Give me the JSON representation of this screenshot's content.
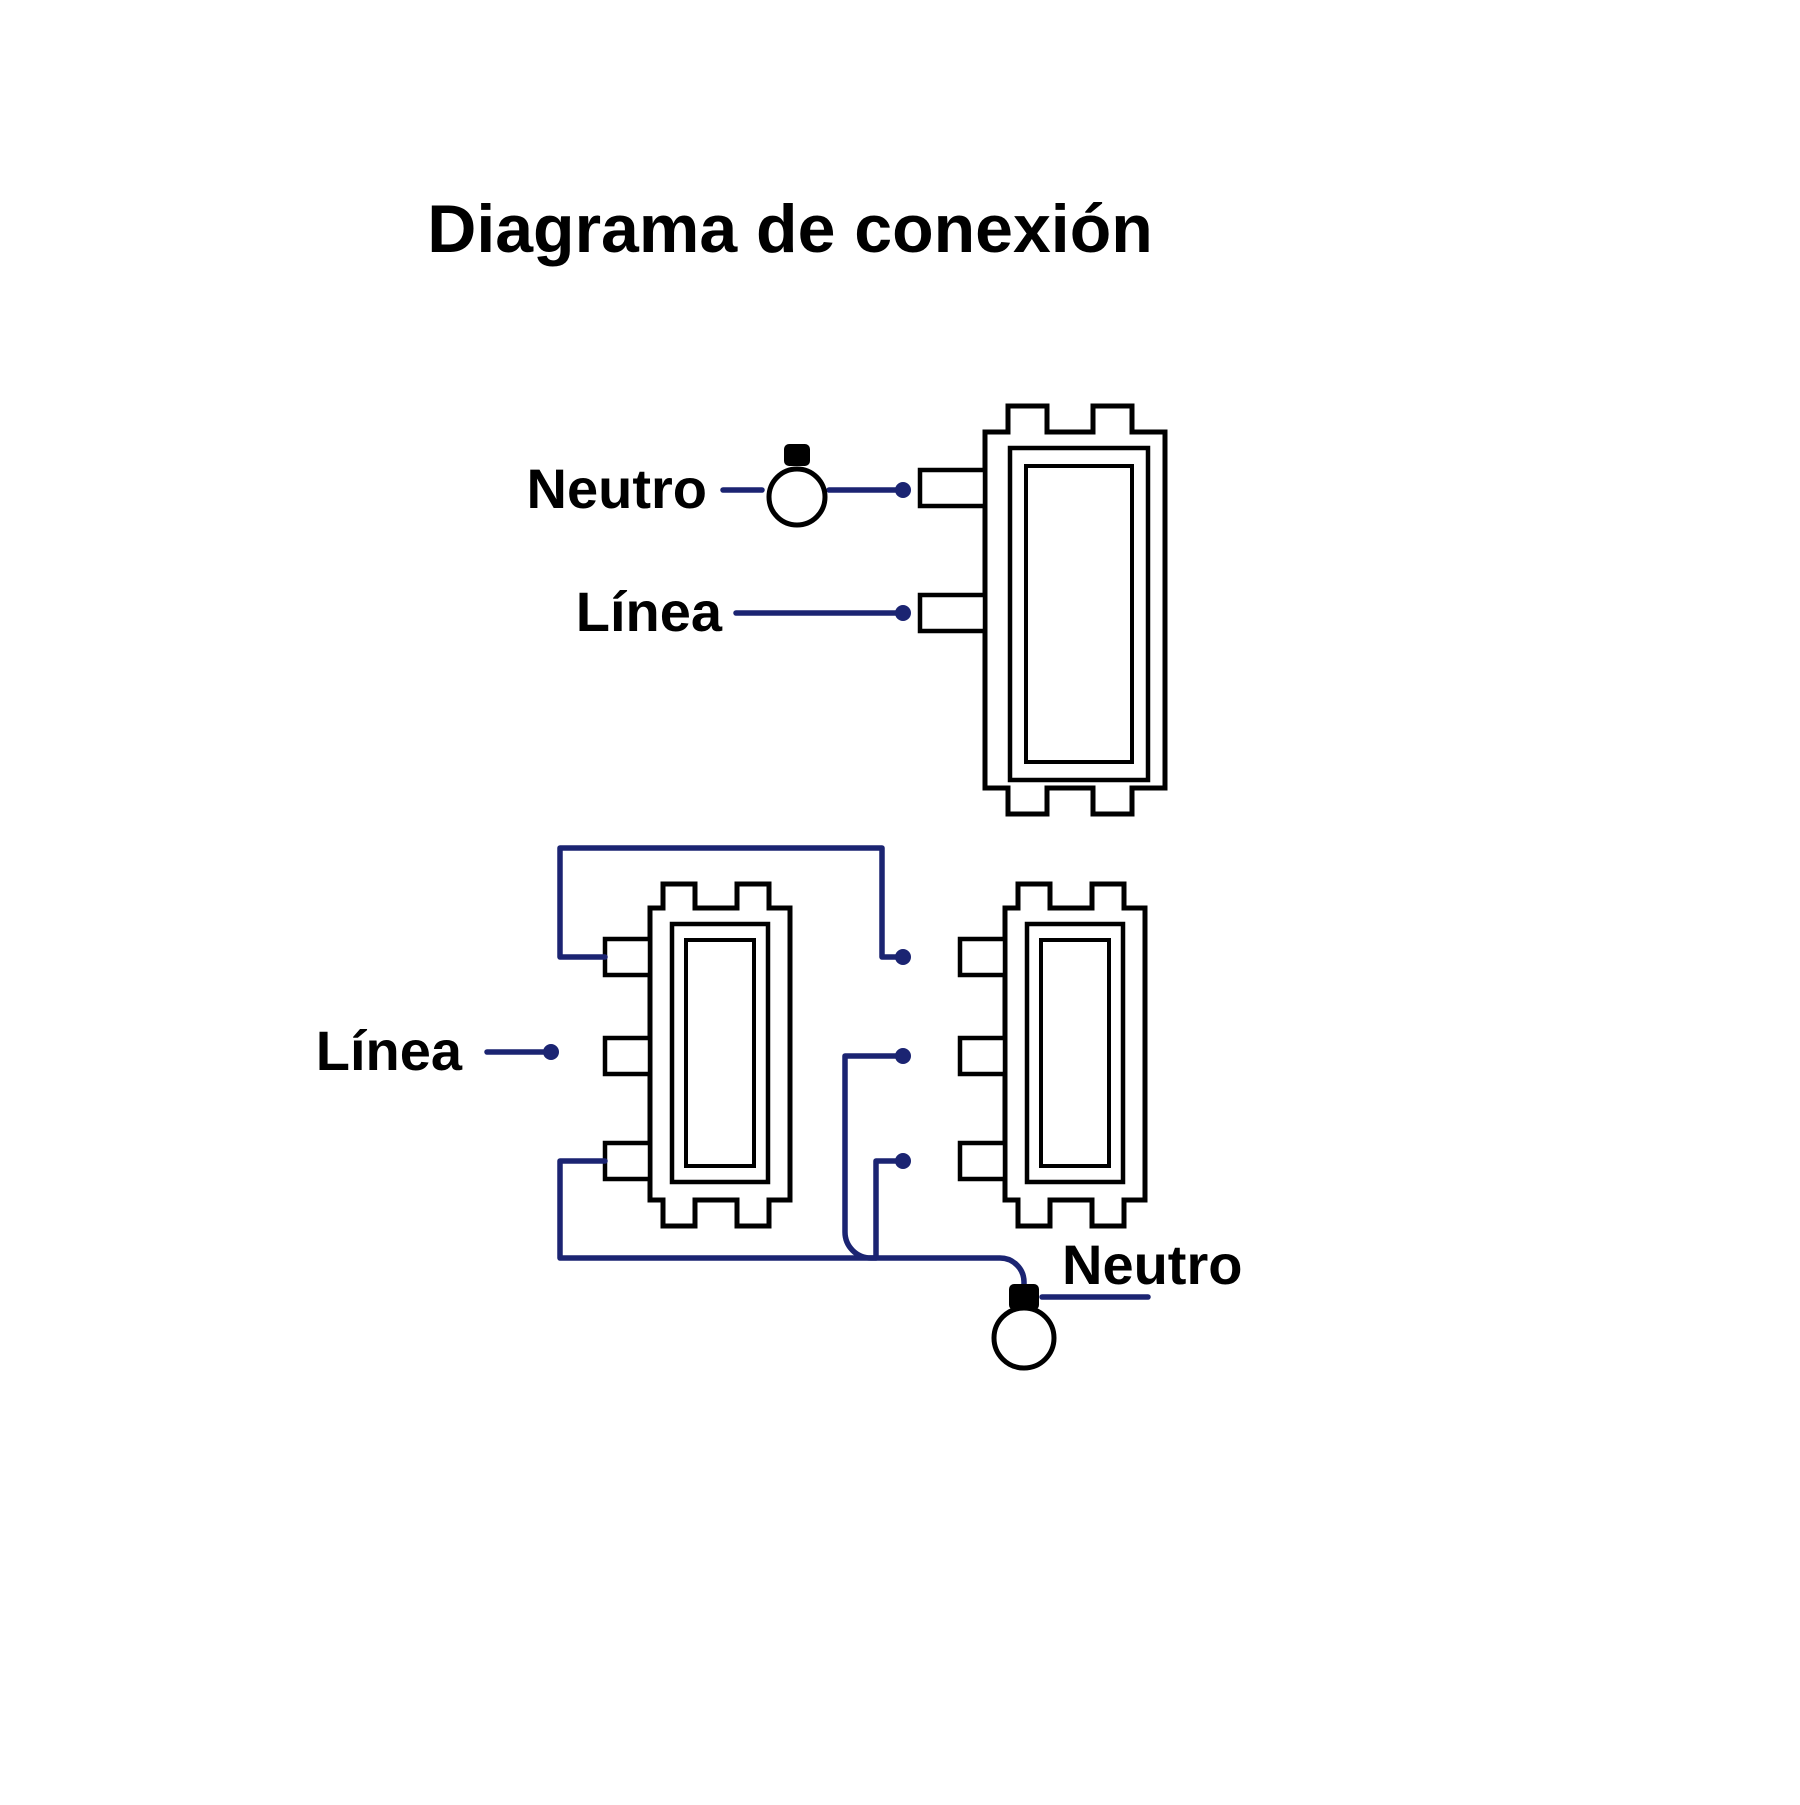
{
  "title": "Diagrama de conexión",
  "labels": {
    "top_neutral": "Neutro",
    "top_line": "Línea",
    "bottom_line": "Línea",
    "bottom_neutral": "Neutro"
  },
  "colors": {
    "wire": "#1b2472",
    "outline": "#000000",
    "background": "#ffffff"
  }
}
